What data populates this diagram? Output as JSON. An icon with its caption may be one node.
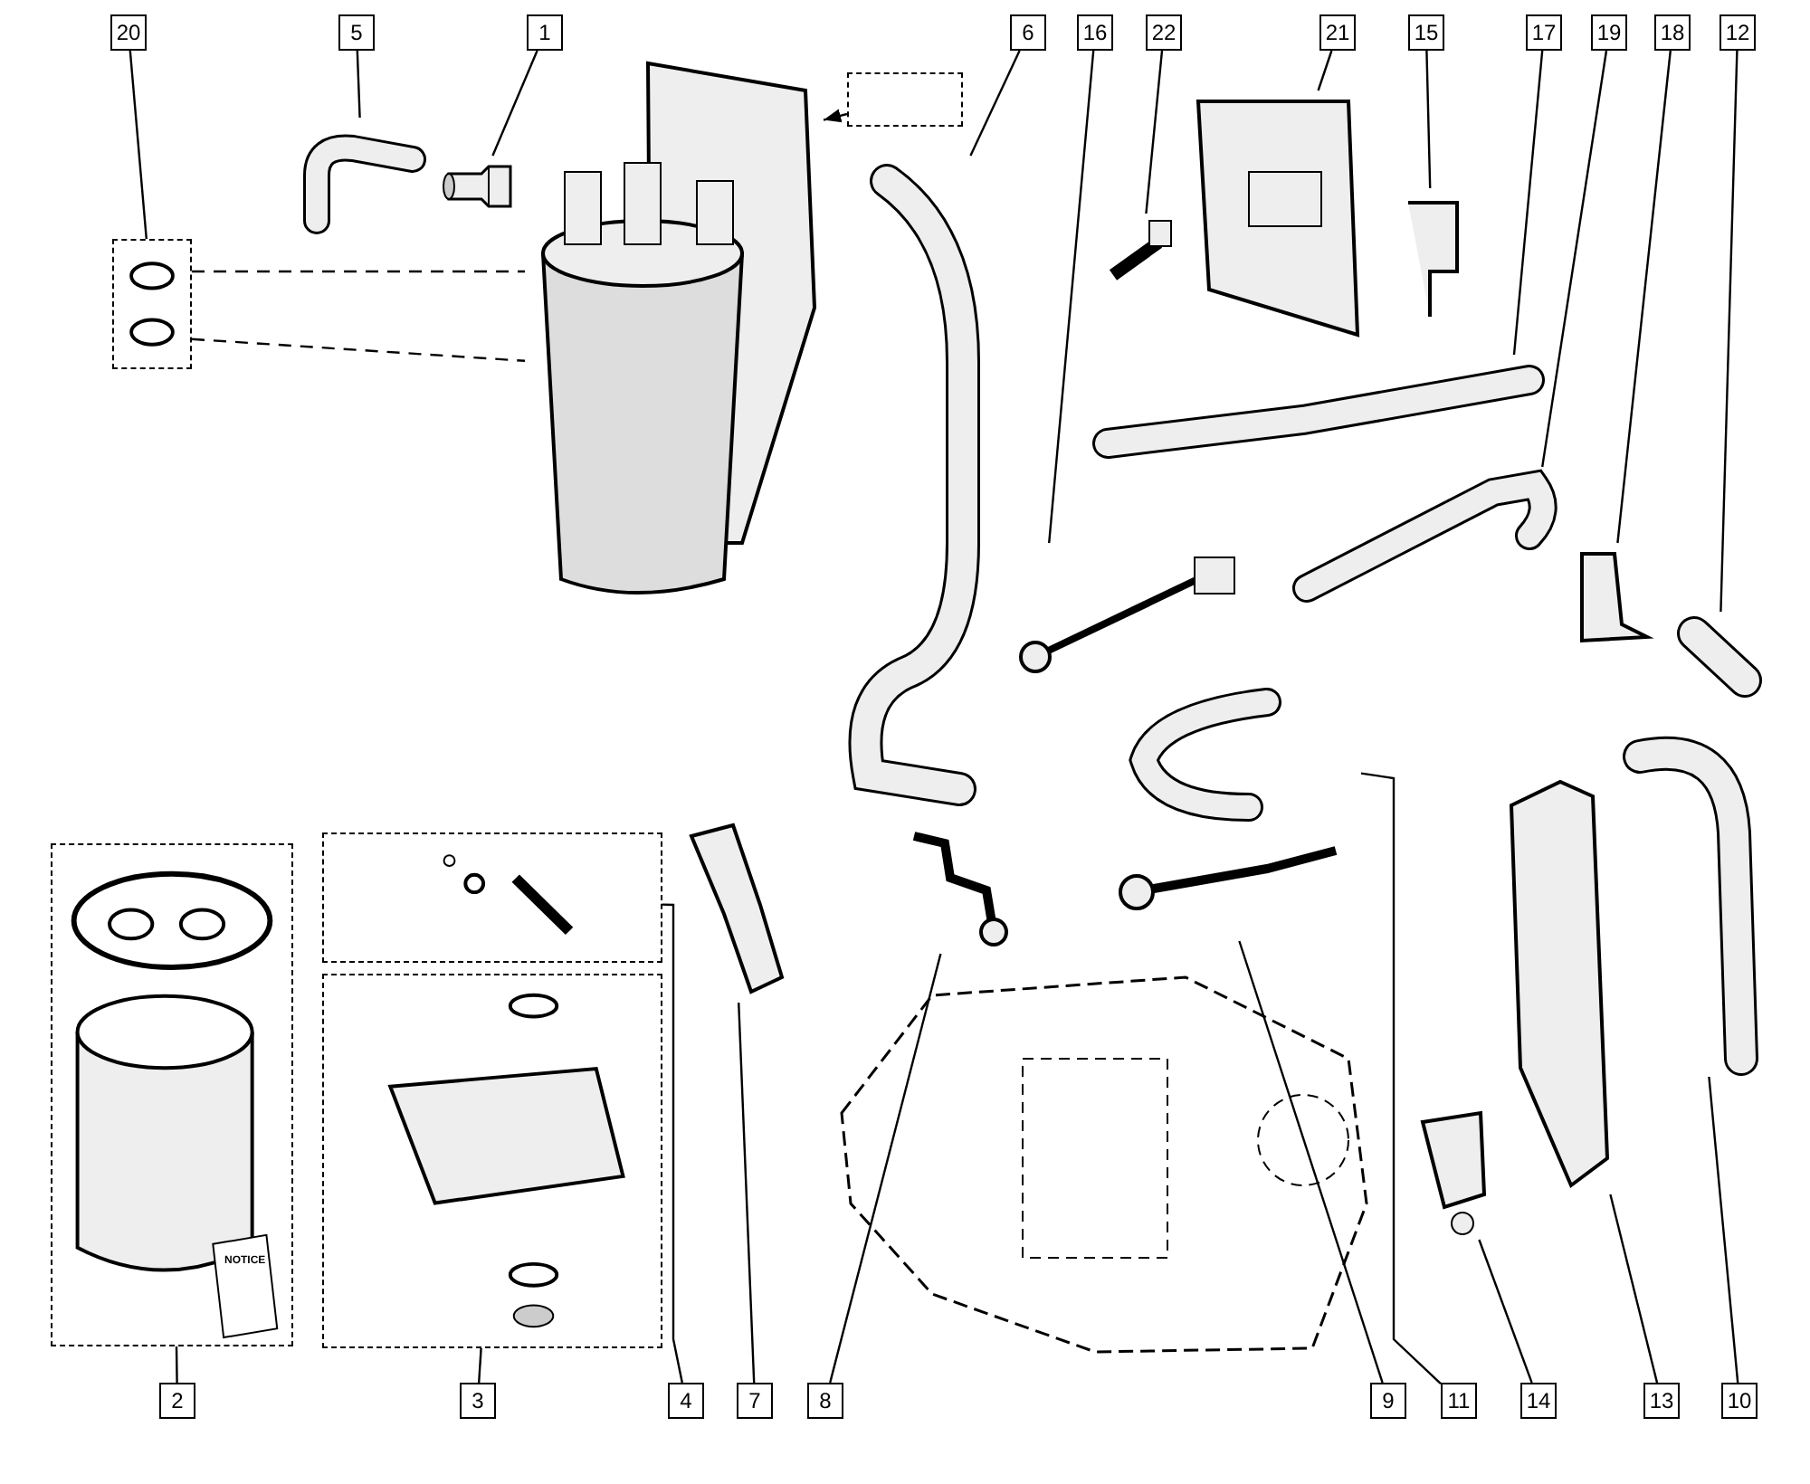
{
  "diagram": {
    "nodes": [
      {
        "text": [
          "20"
        ]
      },
      {
        "text": [
          "5"
        ]
      },
      {
        "text": [
          "1"
        ]
      },
      {
        "text": [
          "6"
        ]
      },
      {
        "text": [
          "16"
        ]
      },
      {
        "text": [
          "22"
        ]
      },
      {
        "text": [
          "21"
        ]
      },
      {
        "text": [
          "15"
        ]
      },
      {
        "text": [
          "17"
        ]
      },
      {
        "text": [
          "19"
        ]
      },
      {
        "text": [
          "18"
        ]
      },
      {
        "text": [
          "12"
        ]
      },
      {
        "text": [
          "2"
        ]
      },
      {
        "text": [
          "3"
        ]
      },
      {
        "text": [
          "4"
        ]
      },
      {
        "text": [
          "7"
        ]
      },
      {
        "text": [
          "8"
        ]
      },
      {
        "text": [
          "9"
        ]
      },
      {
        "text": [
          "11"
        ]
      },
      {
        "text": [
          "14"
        ]
      },
      {
        "text": [
          "13"
        ]
      },
      {
        "text": [
          "10"
        ]
      },
      {
        "text": [],
        "shape": "box"
      },
      {
        "text": [],
        "shape": "picture"
      },
      {
        "text": [],
        "shape": "picture"
      },
      {
        "text": [],
        "shape": "picture"
      },
      {
        "text": [],
        "shape": "picture"
      },
      {
        "text": [],
        "shape": "picture"
      },
      {
        "text": [],
        "shape": "picture"
      },
      {
        "text": [],
        "shape": "picture"
      },
      {
        "text": [],
        "shape": "picture"
      },
      {
        "text": [],
        "shape": "picture"
      },
      {
        "text": [],
        "shape": "picture"
      },
      {
        "text": [],
        "shape": "picture"
      },
      {
        "text": [],
        "shape": "box"
      },
      {
        "text": [],
        "shape": "box"
      },
      {
        "text": [],
        "shape": "box"
      },
      {
        "text": [],
        "shape": "picture"
      },
      {
        "text": [],
        "shape": "picture"
      },
      {
        "text": [],
        "shape": "picture"
      },
      {
        "text": [],
        "shape": "picture"
      },
      {
        "text": [],
        "shape": "picture"
      },
      {
        "text": [],
        "shape": "picture"
      },
      {
        "text": [],
        "shape": "picture"
      },
      {
        "text": [],
        "shape": "picture"
      },
      {
        "text": [],
        "shape": "box"
      }
    ],
    "edges": [
      {
        "from": 0,
        "to": 22,
        "arrow": "none"
      },
      {
        "from": 1,
        "to": 23,
        "arrow": "none"
      },
      {
        "from": 2,
        "to": 24,
        "arrow": "none"
      },
      {
        "from": 3,
        "to": 25,
        "arrow": "none"
      },
      {
        "from": 4,
        "to": 26,
        "arrow": "none"
      },
      {
        "from": 5,
        "to": 27,
        "arrow": "none"
      },
      {
        "from": 6,
        "to": 28,
        "arrow": "none"
      },
      {
        "from": 7,
        "to": 29,
        "arrow": "none"
      },
      {
        "from": 8,
        "to": 30,
        "arrow": "none"
      },
      {
        "from": 9,
        "to": 31,
        "arrow": "none"
      },
      {
        "from": 10,
        "to": 32,
        "arrow": "none"
      },
      {
        "from": 11,
        "to": 33,
        "arrow": "none"
      },
      {
        "from": 12,
        "to": 34,
        "arrow": "none"
      },
      {
        "from": 13,
        "to": 35,
        "arrow": "none"
      },
      {
        "from": 14,
        "to": 36,
        "arrow": "none"
      },
      {
        "from": 15,
        "to": 37,
        "arrow": "none"
      },
      {
        "from": 16,
        "to": 38,
        "arrow": "none"
      },
      {
        "from": 17,
        "to": 39,
        "arrow": "none"
      },
      {
        "from": 18,
        "to": 40,
        "arrow": "none"
      },
      {
        "from": 19,
        "to": 41,
        "arrow": "none"
      },
      {
        "from": 20,
        "to": 42,
        "arrow": "none"
      },
      {
        "from": 21,
        "to": 43,
        "arrow": "none"
      },
      {
        "from": 22,
        "to": 44,
        "arrow": "none",
        "style": "dashed"
      },
      {
        "from": 22,
        "to": 44,
        "arrow": "none",
        "style": "dashed"
      },
      {
        "from": 45,
        "to": 44,
        "arrow": "to",
        "style": "dashed"
      }
    ],
    "labels": [
      "NOTICE"
    ]
  }
}
